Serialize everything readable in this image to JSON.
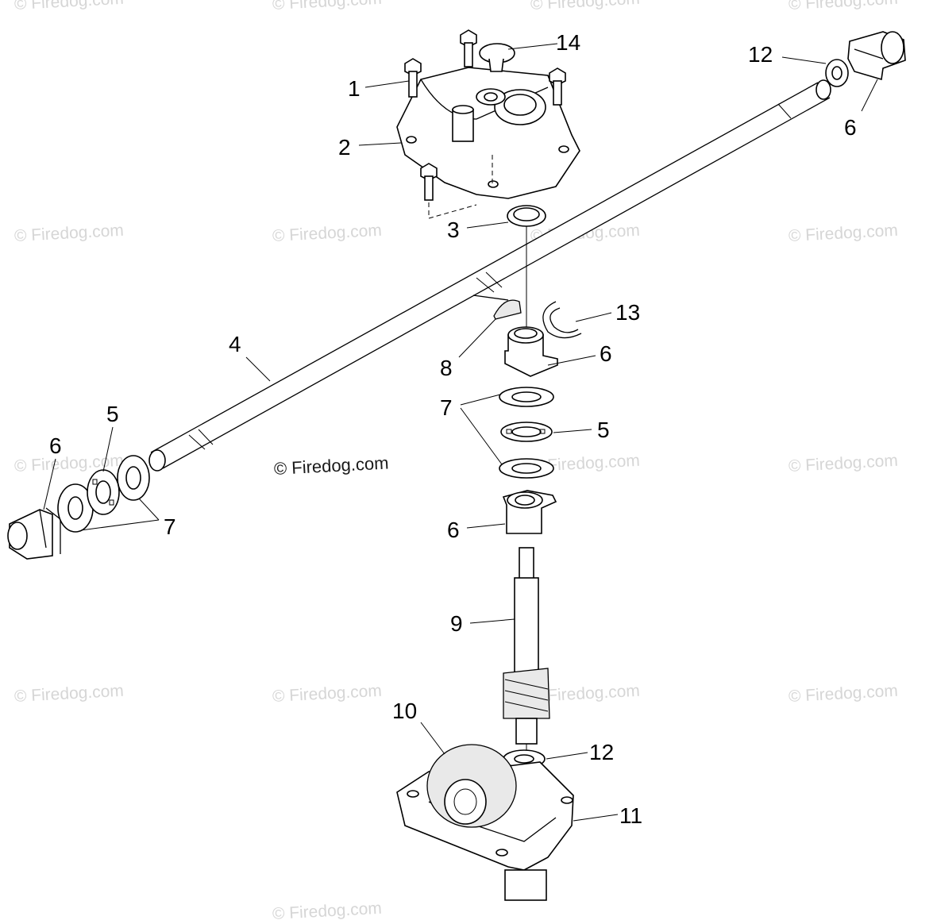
{
  "watermarks": [
    "© Firedog.com",
    "© Firedog.com",
    "© Firedog.com",
    "© Firedog.com",
    "© Firedog.com",
    "© Firedog.com",
    "© Firedog.com",
    "© Firedog.com",
    "© Firedog.com",
    "© Firedog.com",
    "© Firedog.com",
    "© Firedog.com",
    "© Firedog.com",
    "© Firedog.com",
    "© Firedog.com",
    "© Firedog.com"
  ],
  "center_watermark": "© Firedog.com",
  "callouts": {
    "c1": "1",
    "c2": "2",
    "c3": "3",
    "c4": "4",
    "c5_left": "5",
    "c5_right": "5",
    "c6_top_right": "6",
    "c6_left": "6",
    "c6_mid_upper": "6",
    "c6_mid_lower": "6",
    "c7_left": "7",
    "c7_mid": "7",
    "c8": "8",
    "c9": "9",
    "c10": "10",
    "c11": "11",
    "c12_top": "12",
    "c12_bottom": "12",
    "c13": "13",
    "c14": "14"
  },
  "colors": {
    "line": "#000000",
    "watermark": "#d6d6d6",
    "background": "#ffffff"
  }
}
